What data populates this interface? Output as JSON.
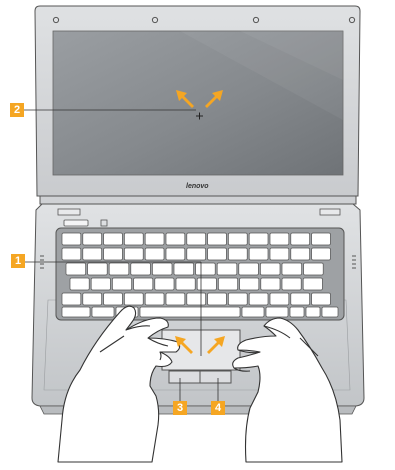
{
  "brand": {
    "logo_text": "lenovo"
  },
  "callouts": [
    {
      "id": "1",
      "label": "1"
    },
    {
      "id": "2",
      "label": "2"
    },
    {
      "id": "3",
      "label": "3"
    },
    {
      "id": "4",
      "label": "4"
    }
  ],
  "colors": {
    "accent": "#F5A623",
    "callout_box": "#F5A623",
    "laptop_body": "#D4D6D9",
    "laptop_outline": "#555555",
    "screen": "#8E9296",
    "keyboard_key": "#FFFFFF",
    "hand_fill": "#FFFFFF"
  },
  "icons": [
    "crosshair-icon",
    "arrow-icon"
  ]
}
